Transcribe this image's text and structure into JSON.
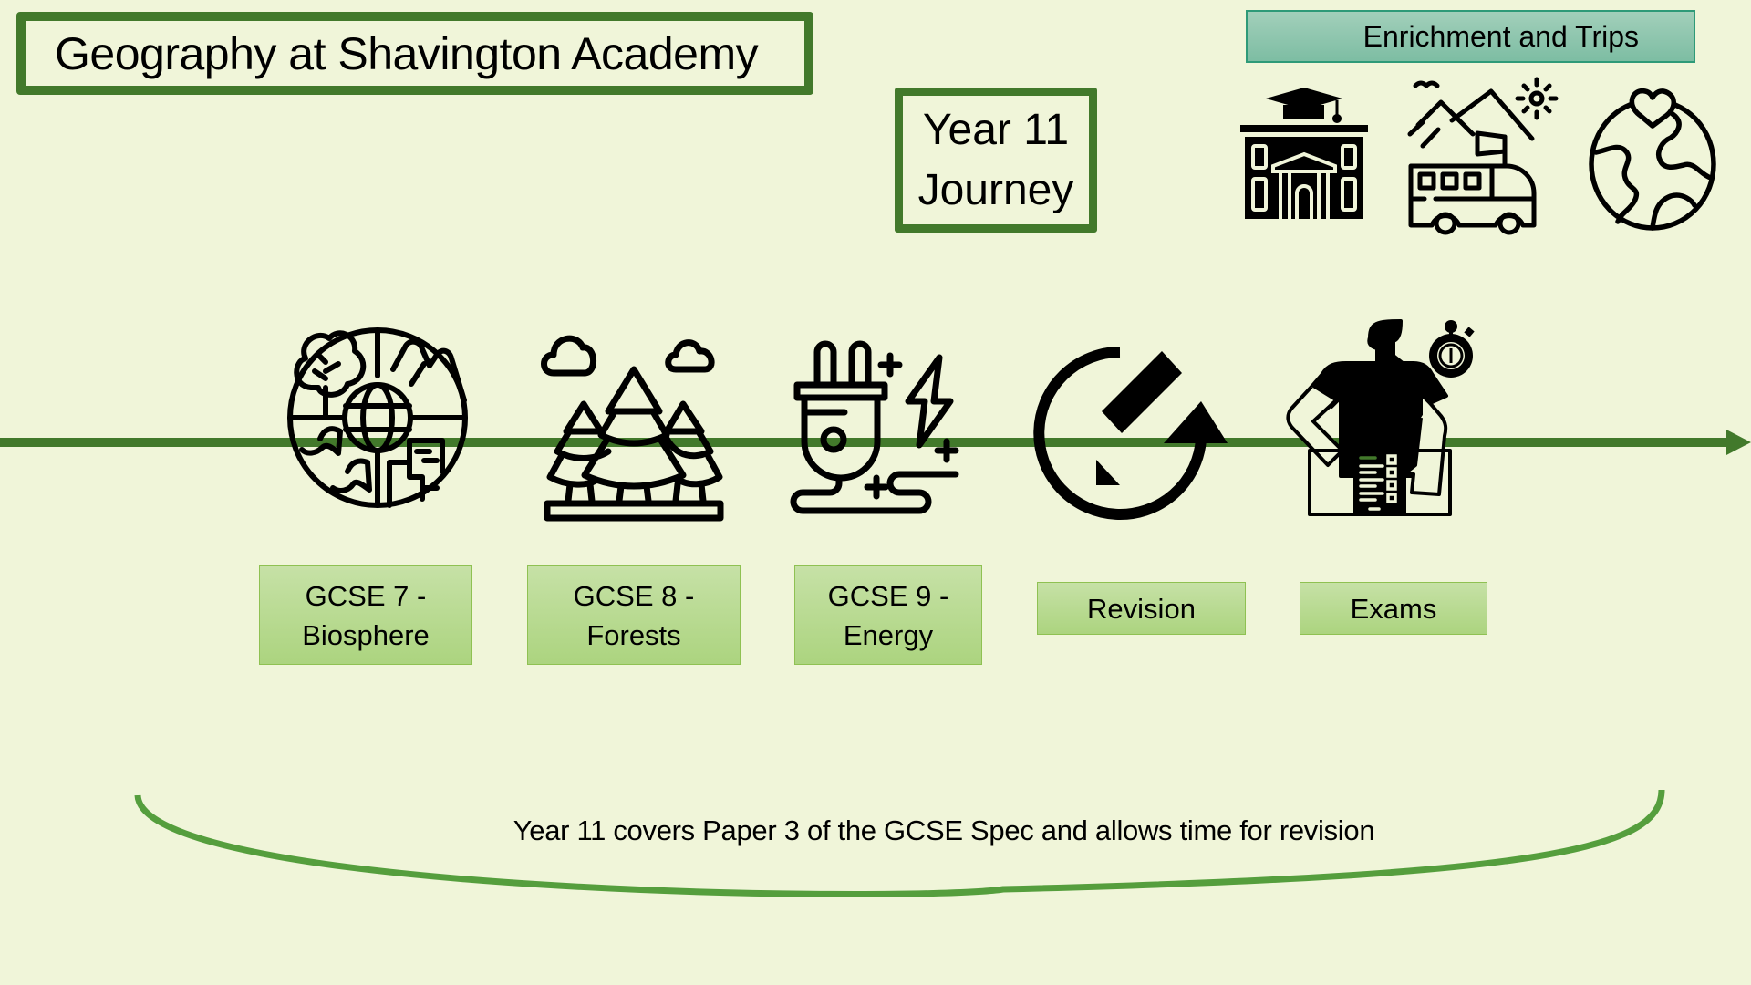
{
  "page": {
    "title": "Geography at Shavington Academy",
    "journey_label_line1": "Year 11",
    "journey_label_line2": "Journey",
    "enrichment_label": "Enrichment and Trips",
    "caption": "Year 11 covers Paper 3 of the GCSE Spec and allows time for revision"
  },
  "colors": {
    "background": "#f0f5d9",
    "frame_green": "#42792b",
    "timeline_green": "#42792b",
    "bracket_green": "#559e3d",
    "topic_fill_top": "#c6e1a6",
    "topic_fill_bottom": "#acd47f",
    "enrichment_fill": "#8ec6ae"
  },
  "enrichment_icons": [
    {
      "icon": "school-building-icon"
    },
    {
      "icon": "bus-trip-icon"
    },
    {
      "icon": "earth-heart-icon"
    }
  ],
  "timeline": {
    "steps": [
      {
        "icon": "biosphere-icon",
        "line1": "GCSE 7 -",
        "line2": "Biosphere"
      },
      {
        "icon": "forest-icon",
        "line1": "GCSE 8 -",
        "line2": "Forests"
      },
      {
        "icon": "energy-plug-icon",
        "line1": "GCSE 9 -",
        "line2": "Energy"
      },
      {
        "icon": "revision-pencil-icon",
        "line1": "Revision",
        "line2": ""
      },
      {
        "icon": "exam-person-icon",
        "line1": "Exams",
        "line2": ""
      }
    ]
  }
}
